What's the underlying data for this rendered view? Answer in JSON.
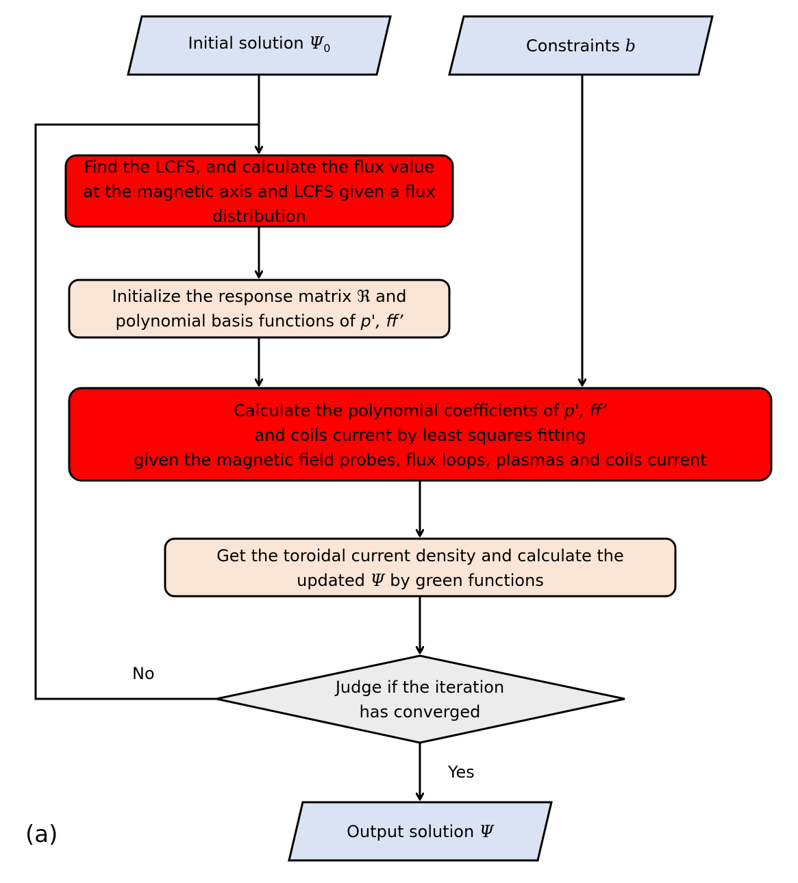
{
  "nodes": {
    "initial": {
      "text": "Initial solution ",
      "symbol": "Ψ",
      "subscript": "0"
    },
    "constraints": {
      "text": "Constraints ",
      "symbol": "b"
    },
    "find_lcfs": {
      "line1": "Find the LCFS, and calculate the flux value",
      "line2": "at the magnetic axis and LCFS given a flux",
      "line3": "distribution"
    },
    "initialize": {
      "line1_pre": "Initialize the response matrix ",
      "line1_symbol": "ℜ",
      "line1_post": " and",
      "line2_pre": "polynomial basis functions of ",
      "line2_italic": "p', ff’"
    },
    "calculate": {
      "line1_pre": "Calculate the polynomial coefficients of ",
      "line1_italic": "p', ff’",
      "line2": "and coils current by least squares fitting",
      "line3": "given the magnetic field probes, flux loops, plasmas and coils current"
    },
    "get_current": {
      "line1": "Get the toroidal current density and calculate the",
      "line2_pre": "updated ",
      "line2_symbol": "Ψ",
      "line2_post": " by green functions"
    },
    "judge": {
      "line1": "Judge if the iteration",
      "line2": "has converged"
    },
    "output": {
      "text": "Output solution ",
      "symbol": "Ψ"
    }
  },
  "edge_labels": {
    "no": "No",
    "yes": "Yes"
  },
  "panel_label": "(a)",
  "colors": {
    "input_fill": "#dae3f3",
    "red_fill": "#ff0000",
    "light_fill": "#fbe5d6",
    "diamond_fill": "#ececec",
    "stroke": "#000000"
  }
}
